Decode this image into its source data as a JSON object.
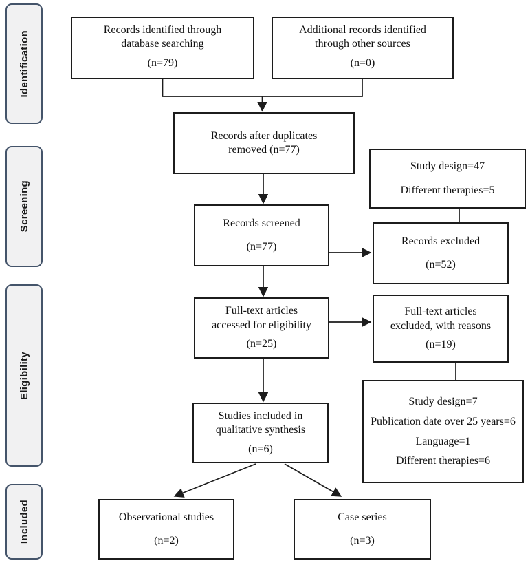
{
  "sidebar": {
    "stages": {
      "identification": "Identification",
      "screening": "Screening",
      "eligibility": "Eligibility",
      "included": "Included"
    }
  },
  "boxes": {
    "identified_db": {
      "lines": [
        "Records identified through",
        "database searching"
      ],
      "count": "(n=79)"
    },
    "identified_other": {
      "lines": [
        "Additional records identified",
        "through other sources"
      ],
      "count": "(n=0)"
    },
    "after_duplicates": {
      "lines": [
        "Records after duplicates",
        "removed (n=77)"
      ]
    },
    "screened": {
      "lines": [
        "Records screened"
      ],
      "count": "(n=77)"
    },
    "fulltext_assessed": {
      "lines": [
        "Full-text articles",
        "accessed for eligibility"
      ],
      "count": "(n=25)"
    },
    "qualitative": {
      "lines": [
        "Studies included in",
        "qualitative synthesis"
      ],
      "count": "(n=6)"
    },
    "observational": {
      "lines": [
        "Observational studies"
      ],
      "count": "(n=2)"
    },
    "case_series": {
      "lines": [
        "Case series"
      ],
      "count": "(n=3)"
    },
    "screen_reasons": {
      "lines": [
        "Study design=47",
        "Different therapies=5"
      ]
    },
    "records_excluded": {
      "lines": [
        "Records excluded"
      ],
      "count": "(n=52)"
    },
    "fulltext_excluded": {
      "lines": [
        "Full-text articles",
        "excluded, with reasons"
      ],
      "count": "(n=19)"
    },
    "exclusion_reasons": {
      "lines": [
        "Study design=7",
        "Publication date over 25 years=6",
        "Language=1",
        "Different therapies=6"
      ]
    }
  },
  "colors": {
    "background": "#ffffff",
    "box_border": "#1c1c1c",
    "stage_fill": "#f1f1f2",
    "stage_border": "#44546a",
    "connector": "#1c1c1c"
  }
}
